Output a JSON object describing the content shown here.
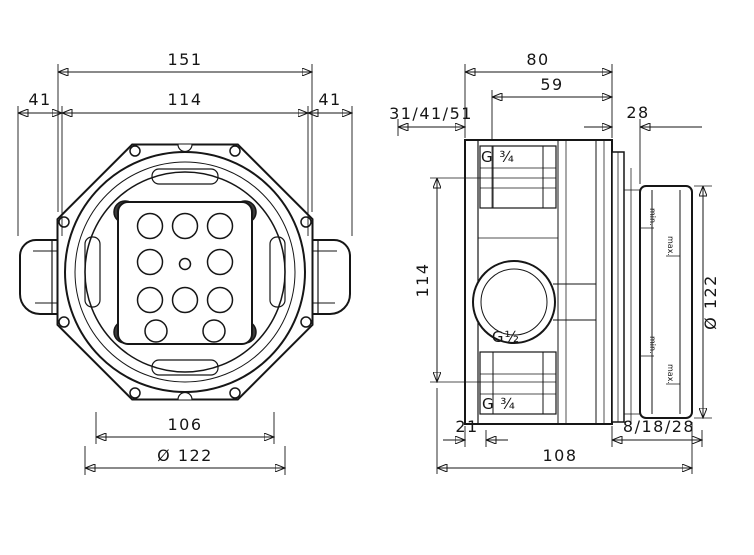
{
  "front_view": {
    "dim_total_width": "151",
    "dim_left_pipe": "41",
    "dim_center_width": "114",
    "dim_right_pipe": "41",
    "dim_inner_width": "106",
    "dim_outer_diameter": "Ø 122"
  },
  "side_view": {
    "dim_depth_total": "80",
    "dim_body_depth": "59",
    "dim_installation_depth": "31/41/51",
    "dim_front_depth": "28",
    "thread_top": "G ¾",
    "dim_height": "114",
    "thread_outlet": "G½",
    "thread_bottom": "G ¾",
    "dim_bottom_offset": "21",
    "dim_total_length": "108",
    "dim_protrusion": "8/18/28",
    "dim_plate_diameter": "Ø 122",
    "label_min": "min.",
    "label_max": "max."
  }
}
